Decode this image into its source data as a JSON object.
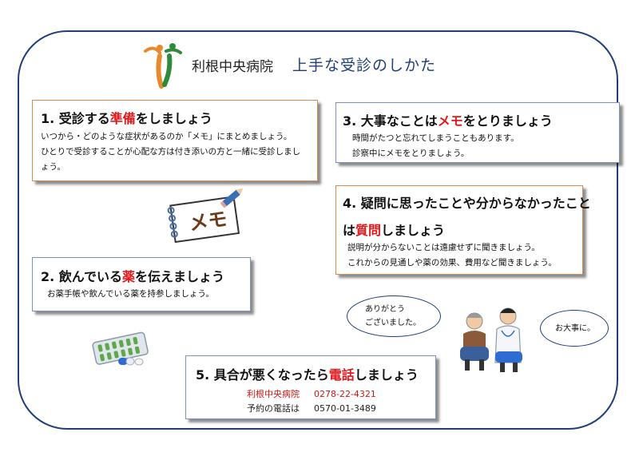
{
  "header": {
    "hospital_name": "利根中央病院",
    "title": "上手な受診のしかた"
  },
  "cards": {
    "c1": {
      "title_pre": "1. 受診する",
      "title_hl": "準備",
      "title_post": "をしましょう",
      "lines": [
        "いつから・どのような症状があるのか「メモ」にまとめましょう。",
        "ひとりで受診することが心配な方は付き添いの方と一緒に受診しまし",
        "ょう。"
      ]
    },
    "c2": {
      "title_pre": "2. 飲んでいる",
      "title_hl": "薬",
      "title_post": "を伝えましょう",
      "lines": [
        "お薬手帳や飲んでいる薬を持参しましょう。"
      ]
    },
    "c3": {
      "title_pre": "3. 大事なことは",
      "title_hl": "メモ",
      "title_post": "をとりましょう",
      "lines": [
        "時間がたつと忘れてしまうこともあります。",
        "診察中にメモをとりましょう。"
      ]
    },
    "c4": {
      "title_line1": "4. 疑問に思ったことや分からなかったこと",
      "title_pre": "は",
      "title_hl": "質問",
      "title_post": "しましょう",
      "lines": [
        "説明が分からないことは遠慮せずに聞きましょう。",
        "これからの見通しや薬の効果、費用など聞きましょう。"
      ]
    },
    "c5": {
      "title_pre": "5. 具合が悪くなったら",
      "title_hl": "電話",
      "title_post": "しましょう",
      "hospital_label": "利根中央病院",
      "hospital_phone": "0278-22-4321",
      "reservation_label": "予約の電話は",
      "reservation_phone": "0570-01-3489"
    }
  },
  "memo": {
    "text": "メモ"
  },
  "bubbles": {
    "patient_line1": "ありがとう",
    "patient_line2": "ございました。",
    "doctor": "お大事に。"
  },
  "colors": {
    "frame": "#1f3f7a",
    "highlight": "#e2181b",
    "card_border_orange": "#d98a4e",
    "card_border_blue": "#7c8fbf",
    "logo_orange": "#e8892b",
    "logo_green": "#2e8b3a"
  },
  "icons": [
    "hospital-logo-icon",
    "memo-pad-icon",
    "pencil-icon",
    "pill-pack-icon",
    "capsule-icon",
    "doctor-icon",
    "patient-icon"
  ]
}
